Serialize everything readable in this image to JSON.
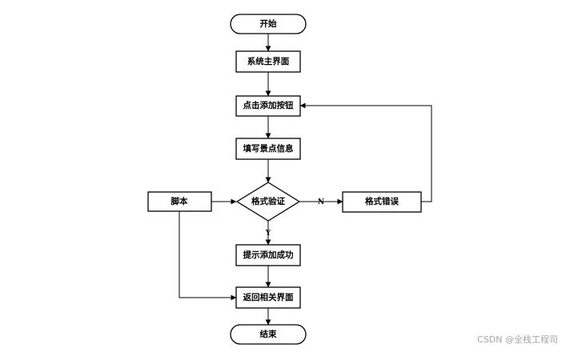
{
  "flowchart": {
    "nodes": {
      "start": "开始",
      "main_ui": "系统主界面",
      "click_add": "点击添加按钮",
      "fill_info": "填写景点信息",
      "validate": "格式验证",
      "format_error": "格式错误",
      "script": "脚本",
      "add_success": "提示添加成功",
      "return_page": "返回相关界面",
      "end": "结束"
    },
    "edge_labels": {
      "no": "N",
      "yes": "Y"
    }
  },
  "watermark": "CSDN @全栈工程司"
}
